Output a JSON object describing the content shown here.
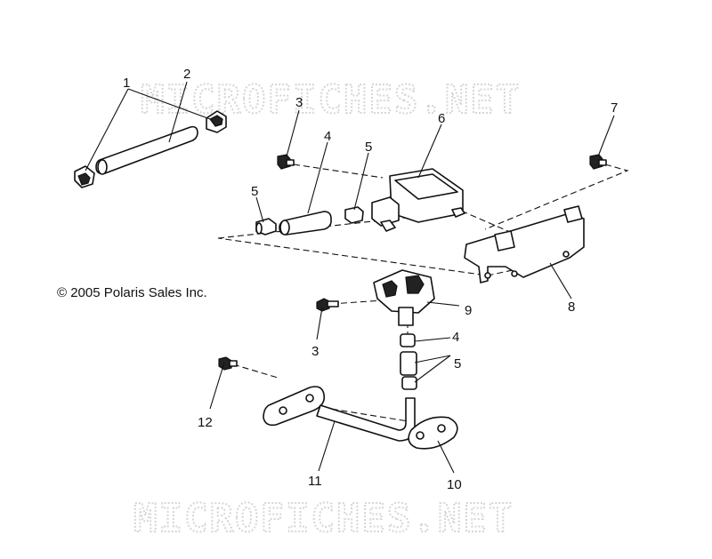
{
  "watermark": "MICROFICHES.NET",
  "copyright": "© 2005 Polaris Sales Inc.",
  "callouts": {
    "c1": "1",
    "c2": "2",
    "c3a": "3",
    "c3b": "3",
    "c4a": "4",
    "c4b": "4",
    "c5a": "5",
    "c5b": "5",
    "c5c": "5",
    "c6": "6",
    "c7": "7",
    "c8": "8",
    "c9": "9",
    "c10": "10",
    "c11": "11",
    "c12": "12"
  }
}
